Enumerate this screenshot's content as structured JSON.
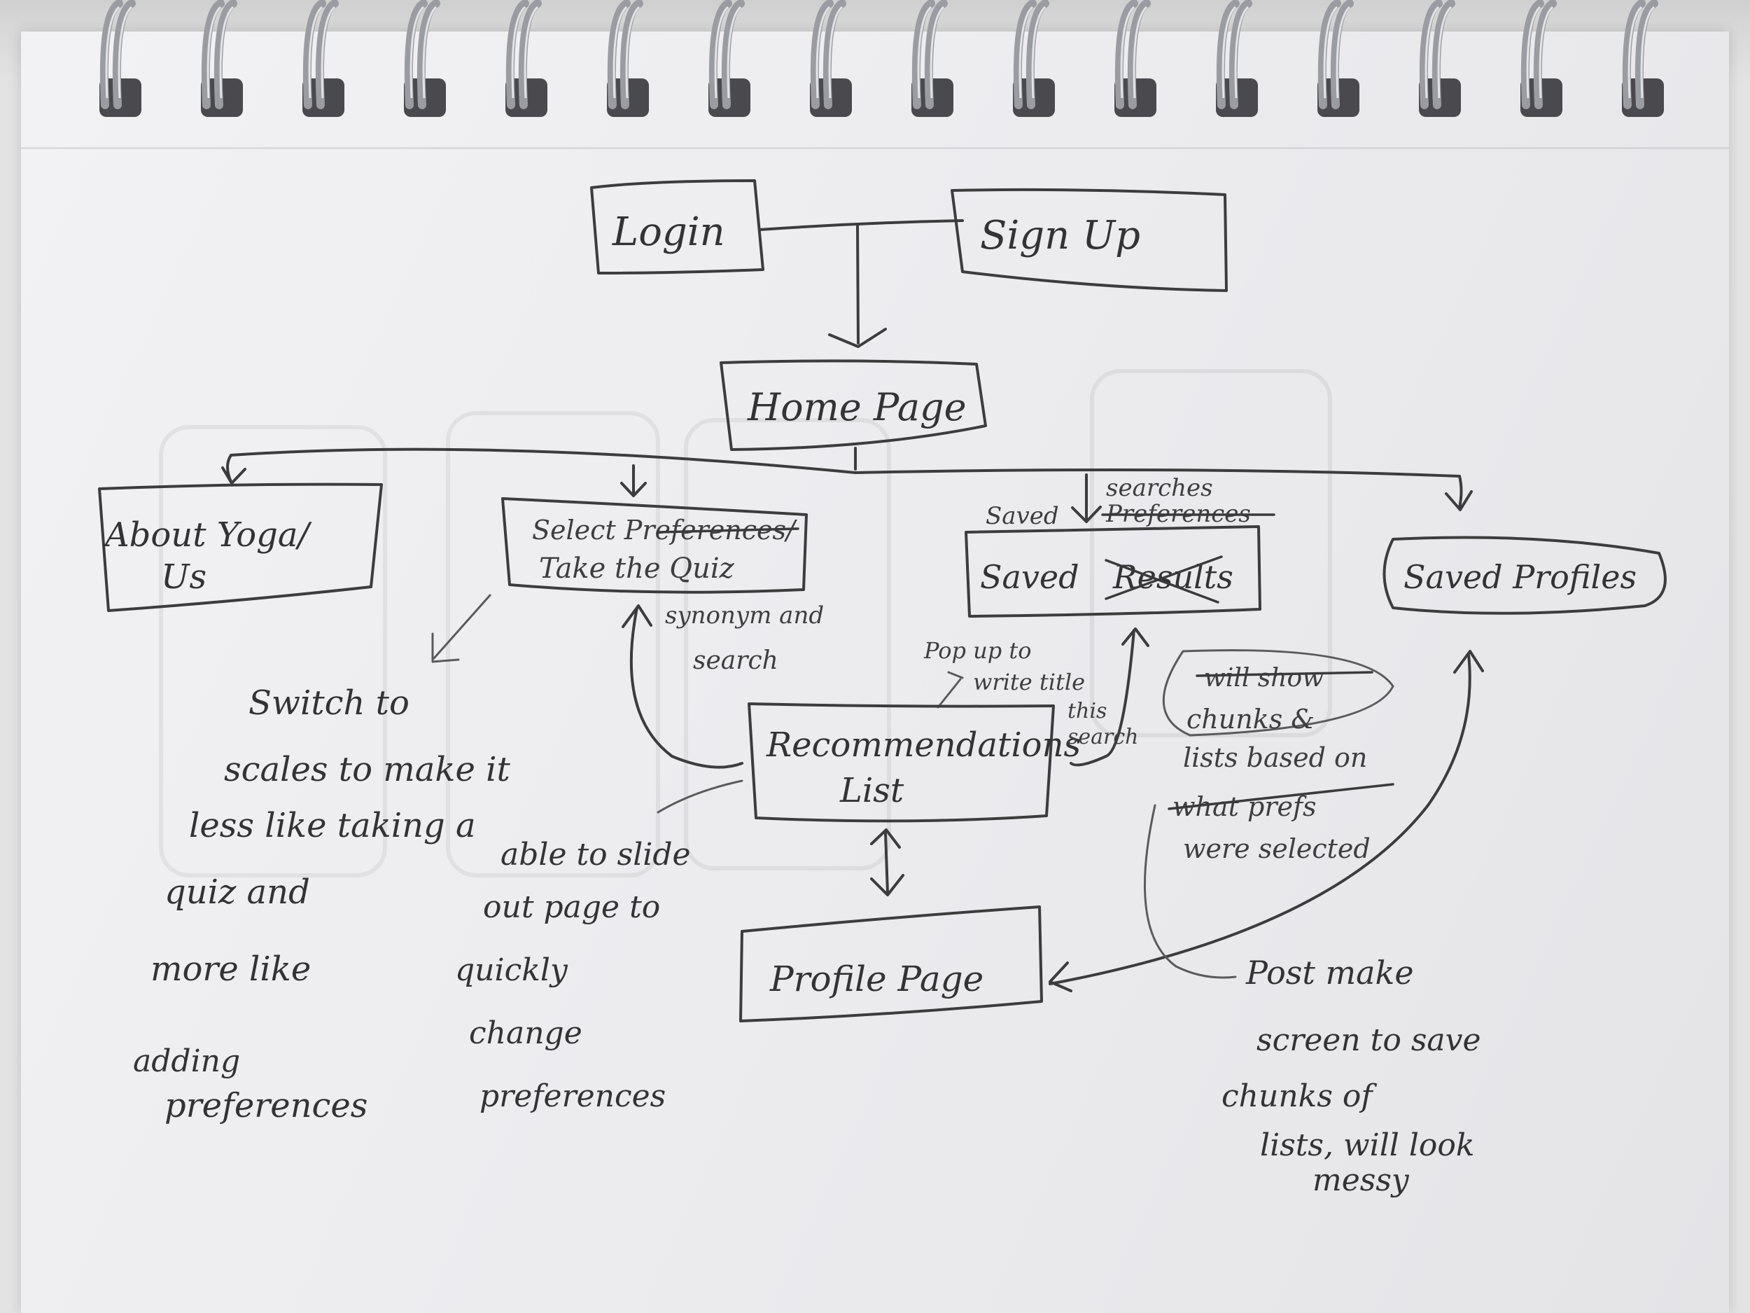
{
  "nodes": {
    "login": "Login",
    "sign_up": "Sign Up",
    "home_page": "Home Page",
    "about": {
      "line1": "About Yoga/",
      "line2": "Us"
    },
    "select_quiz": {
      "line1": "Select Preferences/",
      "line2": "Take the Quiz"
    },
    "saved_results": {
      "prefix": "Saved",
      "struck": "Results"
    },
    "saved_profiles": "Saved Profiles",
    "recommendations": {
      "line1": "Recommendations",
      "line2": "List"
    },
    "profile_page": "Profile Page"
  },
  "labels": {
    "saved_searches": {
      "left": "Saved",
      "top": "searches",
      "struck": "Preferences"
    },
    "synonym_search": {
      "line1": "synonym and",
      "line2": "search"
    },
    "pop_up": {
      "line1": "Pop up to",
      "line2": "write title",
      "line3": "this",
      "line4": "search"
    },
    "will_show": {
      "line1": "will show",
      "line2": "chunks &",
      "line3": "lists based on",
      "line4": "what prefs",
      "line5": "were selected"
    }
  },
  "notes": {
    "switch_scales": [
      "Switch to",
      "scales to make it",
      "less like taking a",
      "quiz and",
      "more like",
      "adding",
      "preferences"
    ],
    "slide_out": [
      "able to slide",
      "out page to",
      "quickly",
      "change",
      "preferences"
    ],
    "post_make": [
      "Post make",
      "screen to save",
      "chunks of",
      "lists, will look",
      "messy"
    ]
  }
}
